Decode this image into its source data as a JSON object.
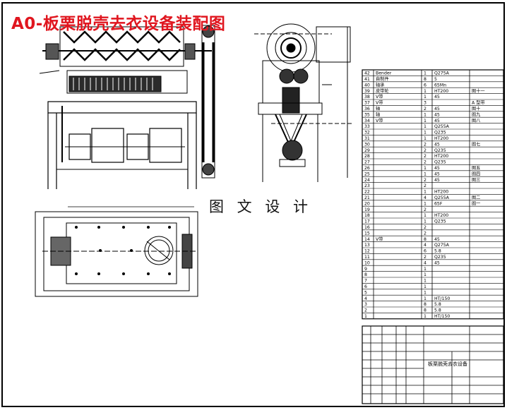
{
  "title": "A0-板栗脱壳去衣设备装配图",
  "watermark": "图 文 设 计",
  "bom_rows": [
    [
      "42",
      "Bender",
      "1",
      "Q275A",
      ""
    ],
    [
      "41",
      "自制件",
      "8",
      "5",
      ""
    ],
    [
      "40",
      "轴承",
      "6",
      "65Mn",
      ""
    ],
    [
      "39",
      "皮带轮",
      "1",
      "HT200",
      "图十一"
    ],
    [
      "38",
      "V带",
      "1",
      "45",
      ""
    ],
    [
      "37",
      "V带",
      "3",
      "",
      "A 型带"
    ],
    [
      "36",
      "轴",
      "2",
      "45",
      "图十"
    ],
    [
      "35",
      "轴",
      "1",
      "45",
      "图九"
    ],
    [
      "34",
      "V带",
      "1",
      "45",
      "图八"
    ],
    [
      "33",
      "",
      "1",
      "Q255A",
      ""
    ],
    [
      "32",
      "",
      "1",
      "Q235",
      ""
    ],
    [
      "31",
      "",
      "1",
      "HT200",
      ""
    ],
    [
      "30",
      "",
      "2",
      "45",
      "图七"
    ],
    [
      "29",
      "",
      "2",
      "Q235",
      ""
    ],
    [
      "28",
      "",
      "2",
      "HT200",
      ""
    ],
    [
      "27",
      "",
      "2",
      "Q235",
      ""
    ],
    [
      "26",
      "",
      "1",
      "45",
      "图五"
    ],
    [
      "25",
      "",
      "1",
      "45",
      "图四"
    ],
    [
      "24",
      "",
      "2",
      "45",
      "图三"
    ],
    [
      "23",
      "",
      "2",
      "",
      ""
    ],
    [
      "22",
      "",
      "1",
      "HT200",
      ""
    ],
    [
      "21",
      "",
      "4",
      "Q255A",
      "图二"
    ],
    [
      "20",
      "",
      "1",
      "65F",
      "图一"
    ],
    [
      "19",
      "",
      "2",
      "",
      ""
    ],
    [
      "18",
      "",
      "1",
      "HT200",
      ""
    ],
    [
      "17",
      "",
      "1",
      "Q235",
      ""
    ],
    [
      "16",
      "",
      "2",
      "",
      ""
    ],
    [
      "15",
      "",
      "2",
      "",
      ""
    ],
    [
      "14",
      "V带",
      "8",
      "45",
      ""
    ],
    [
      "13",
      "",
      "4",
      "Q275A",
      ""
    ],
    [
      "12",
      "",
      "6",
      "5.8",
      ""
    ],
    [
      "11",
      "",
      "2",
      "Q235",
      ""
    ],
    [
      "10",
      "",
      "4",
      "45",
      ""
    ],
    [
      "9",
      "",
      "1",
      "",
      ""
    ],
    [
      "8",
      "",
      "1",
      "",
      ""
    ],
    [
      "7",
      "",
      "1",
      "",
      ""
    ],
    [
      "6",
      "",
      "1",
      "",
      ""
    ],
    [
      "5",
      "",
      "1",
      "",
      ""
    ],
    [
      "4",
      "",
      "1",
      "HT/150",
      ""
    ],
    [
      "3",
      "",
      "8",
      "5.8",
      ""
    ],
    [
      "2",
      "",
      "8",
      "5.8",
      ""
    ],
    [
      "1",
      "",
      "1",
      "HT/150",
      ""
    ]
  ],
  "title_block_name": "板栗脱壳去衣设备"
}
